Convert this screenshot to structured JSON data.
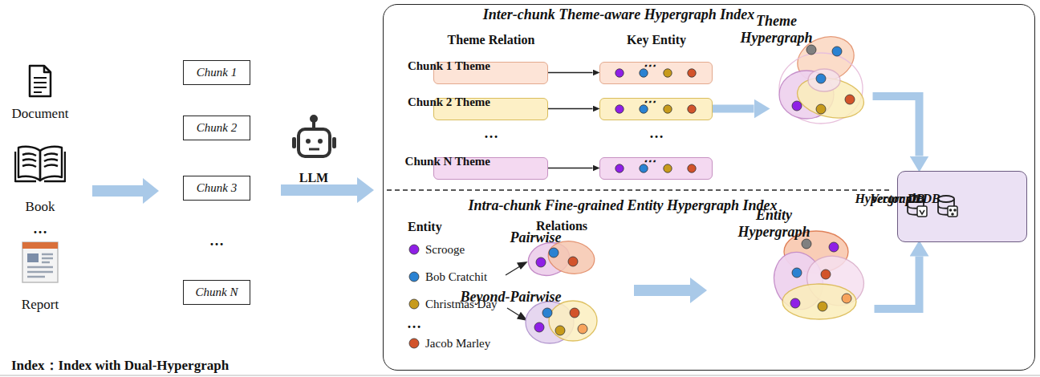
{
  "diagram": {
    "caption": "Index：Index with Dual-Hypergraph",
    "nodes": [
      {
        "text": [
          "Document"
        ]
      },
      {
        "text": [
          "Book"
        ]
      },
      {
        "text": [
          "Report"
        ]
      },
      {
        "text": [
          "Chunk 1"
        ]
      },
      {
        "text": [
          "Chunk 2"
        ]
      },
      {
        "text": [
          "Chunk 3"
        ]
      },
      {
        "text": [
          "Chunk N"
        ]
      },
      {
        "text": [
          "Inter-chunk Theme-aware Hypergraph Index",
          "Intra-chunk Fine-grained Entity Hypergraph Index"
        ]
      },
      {
        "text": [
          "Chunk 1 Theme"
        ],
        "in": 7
      },
      {
        "text": [
          "⋯"
        ],
        "in": 7
      },
      {
        "text": [
          "Chunk 2 Theme"
        ],
        "in": 7
      },
      {
        "text": [
          "⋯"
        ],
        "in": 7
      },
      {
        "text": [
          "Chunk N Theme"
        ],
        "in": 7
      },
      {
        "text": [
          "⋯"
        ],
        "in": 7
      },
      {
        "text": [
          "Theme Hypergraph"
        ],
        "in": 7
      },
      {
        "text": [
          "Pairwise"
        ],
        "in": 7
      },
      {
        "text": [
          "Beyond-Pairwise"
        ],
        "in": 7
      },
      {
        "text": [
          "Entity Hypergraph"
        ],
        "in": 7
      },
      {
        "text": [
          "Vector DB",
          "Hypergraph DB"
        ],
        "in": 7
      }
    ],
    "edges": [
      {
        "from": 8,
        "to": 9,
        "arrow": "to"
      },
      {
        "from": 10,
        "to": 11,
        "arrow": "to"
      },
      {
        "from": 12,
        "to": 13,
        "arrow": "to"
      },
      {
        "from": 11,
        "to": 14,
        "arrow": "to"
      },
      {
        "from": 14,
        "to": 18,
        "arrow": "to"
      },
      {
        "from": 17,
        "to": 18,
        "arrow": "to"
      }
    ],
    "labels": [
      "…",
      "…",
      "LLM",
      "Theme Relation",
      "Key Entity",
      "…",
      "…",
      "Entity",
      "Scrooge",
      "Bob Cratchit",
      "Christmas Day",
      "…",
      "Jacob Marley",
      "Relations"
    ]
  }
}
